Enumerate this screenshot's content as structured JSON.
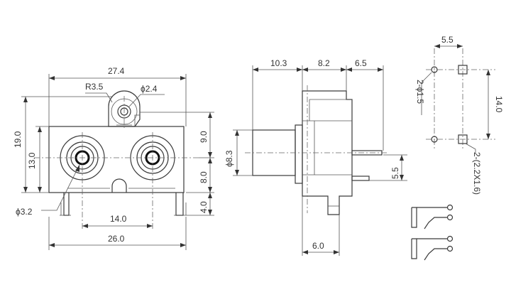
{
  "front_view": {
    "width_overall": "27.4",
    "radius_label": "R3.5",
    "hole_diameter": "ϕ2.4",
    "height_overall": "19.0",
    "height_jacks": "13.0",
    "jack_hole": "ϕ3.2",
    "pitch": "14.0",
    "base_width": "26.0",
    "right_upper": "9.0",
    "right_lower": "8.0",
    "pin_length": "4.0"
  },
  "side_view": {
    "depth_front": "10.3",
    "depth_body": "8.2",
    "depth_rear": "6.5",
    "barrel_diameter": "ϕ8.3",
    "pin_offset": "5.5",
    "base_depth": "6.0"
  },
  "pcb_layout": {
    "pin_spacing_x": "5.5",
    "pin_spacing_y": "14.0",
    "round_holes": "2-ϕ1.5",
    "slot_holes": "2-(2.2X1.6)"
  }
}
